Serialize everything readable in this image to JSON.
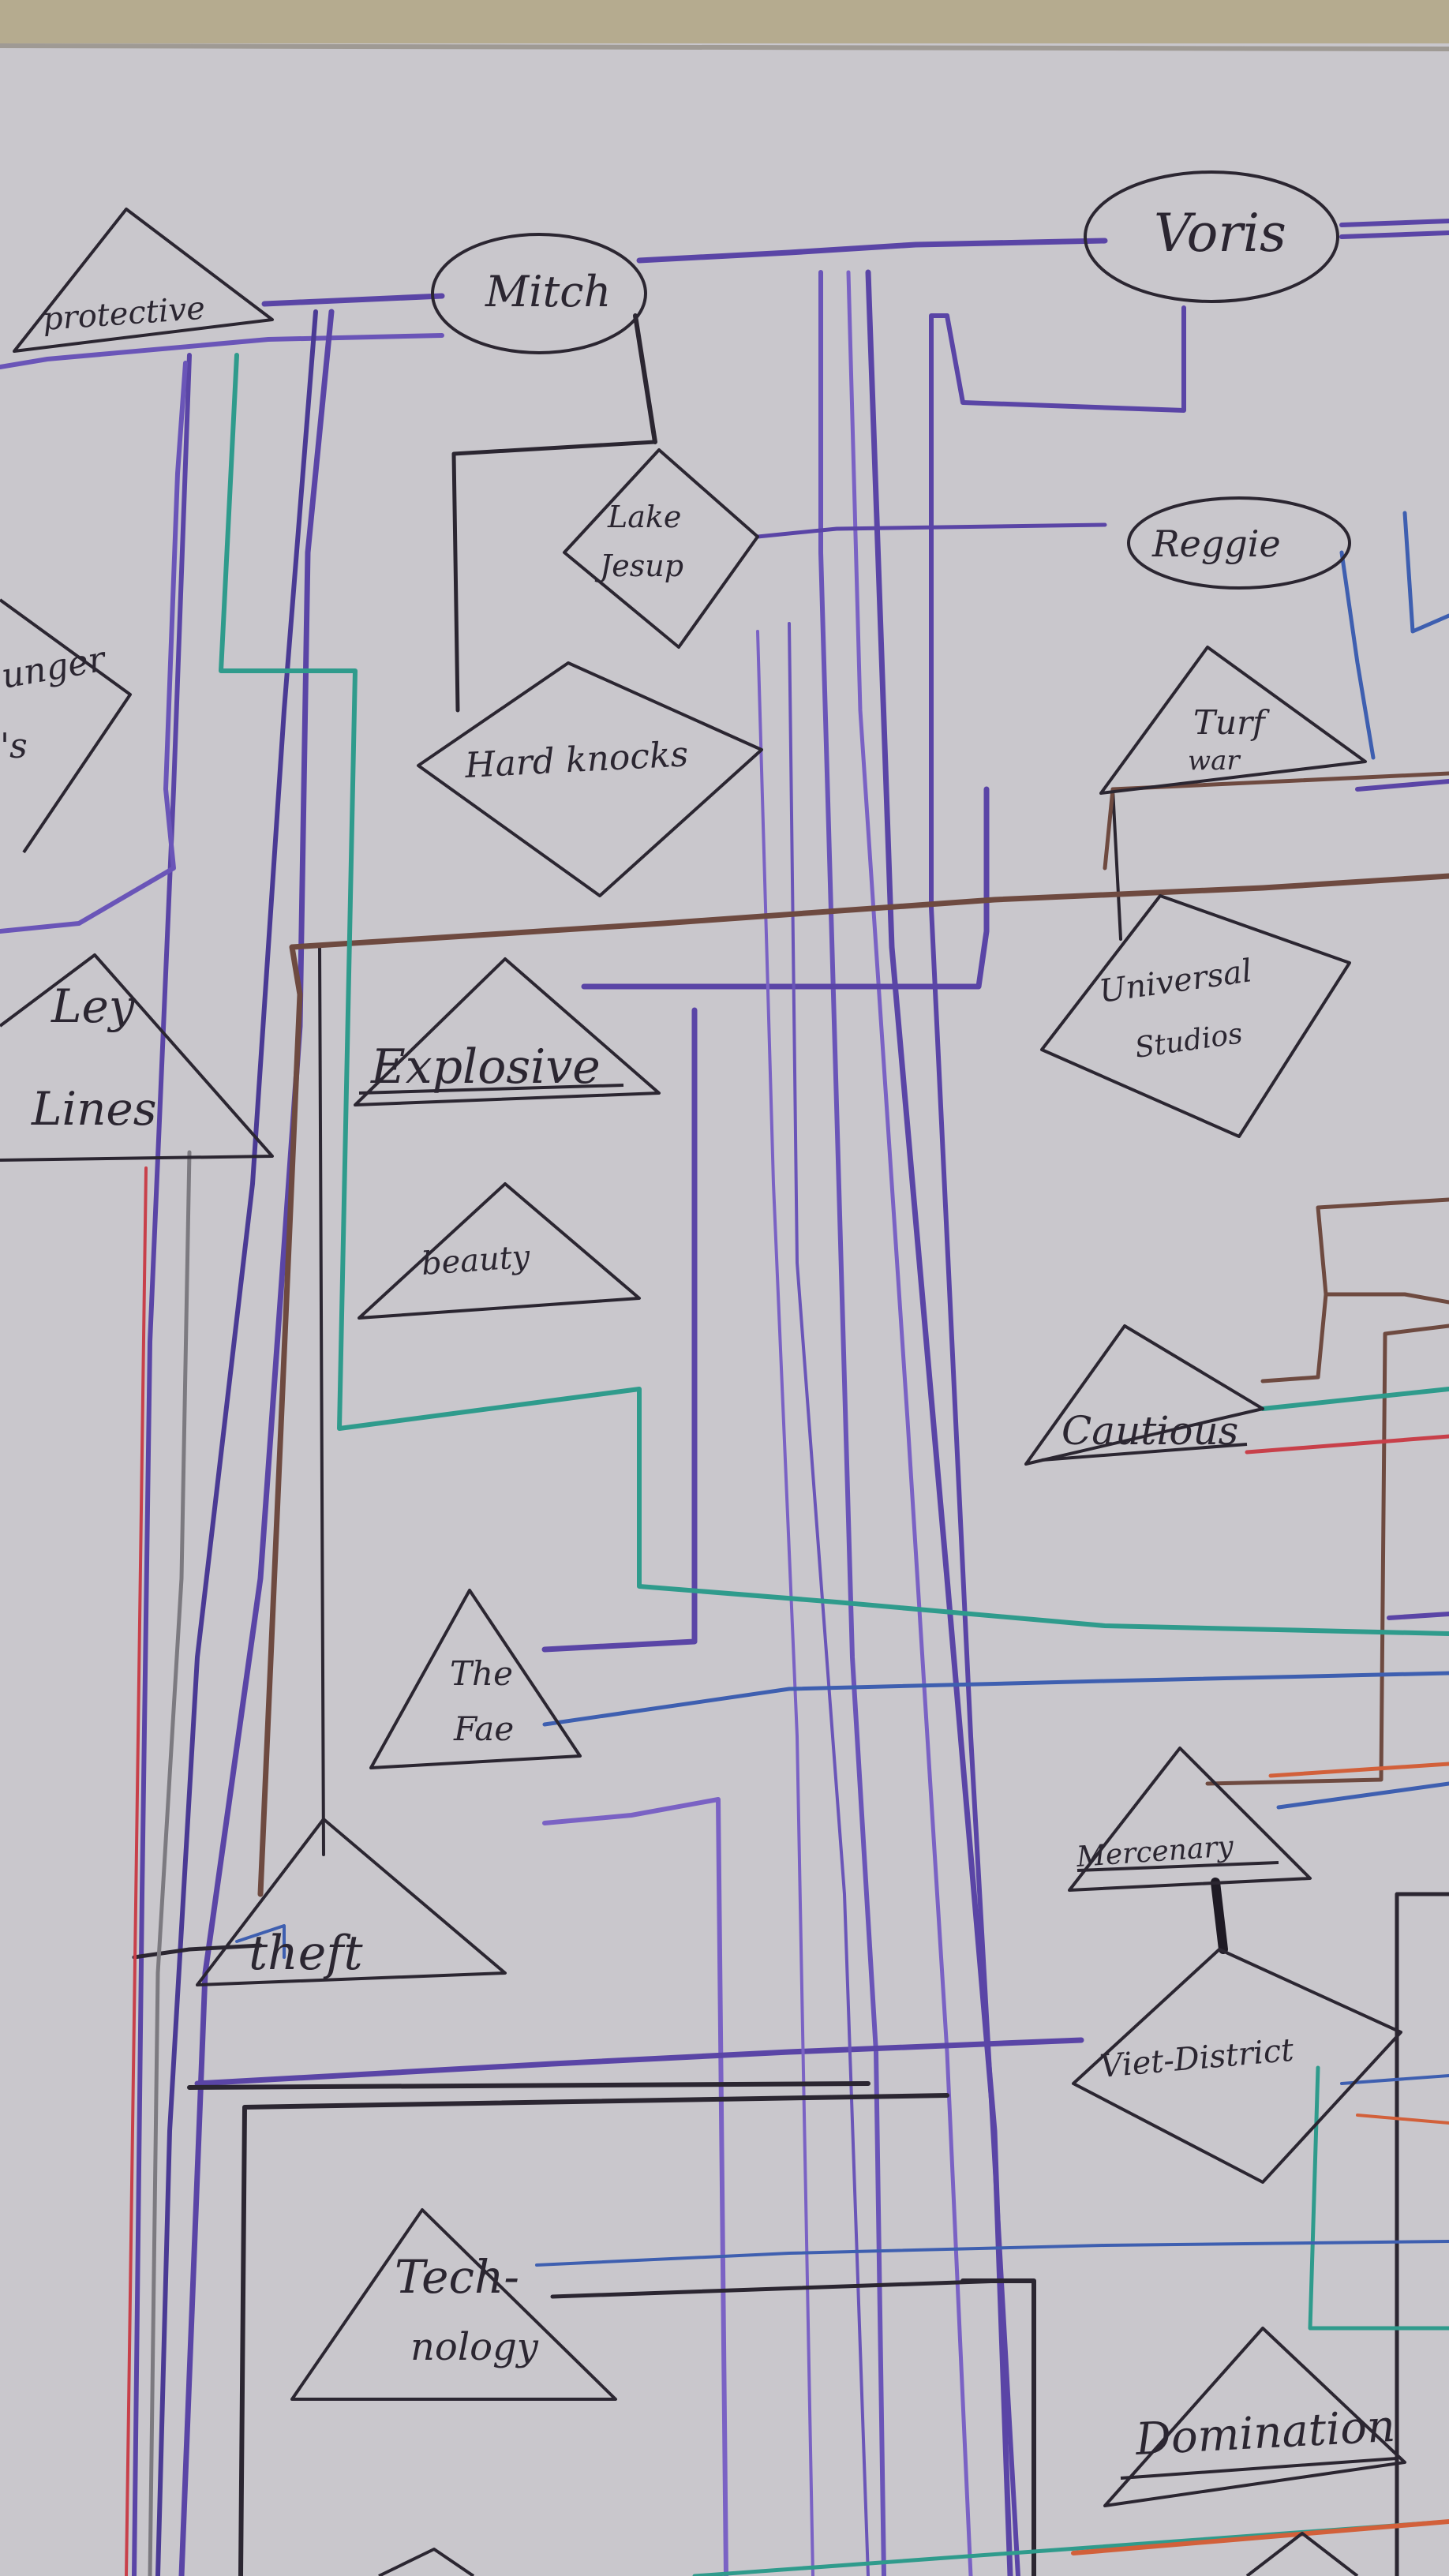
{
  "photo": {
    "subject": "whiteboard",
    "colors": {
      "board": "#c9c7cc",
      "wall": "#b5ab8f",
      "ink_black": "#2b2631",
      "ink_purple": "#5a45a6",
      "ink_violet": "#7a62c4",
      "ink_brown": "#6e4a40",
      "ink_teal": "#2f9b8c",
      "ink_blue": "#3e5fb0",
      "ink_red": "#c8404a",
      "ink_orange": "#d2603a",
      "ink_gray": "#7c7a80"
    }
  },
  "nodes": {
    "protective": "protective",
    "mitch": "Mitch",
    "voris": "Voris",
    "hunger": "unger",
    "hunger_2": "'s",
    "lake_jesup_1": "Lake",
    "lake_jesup_2": "Jesup",
    "reggie": "Reggie",
    "hard_knocks": "Hard knocks",
    "turf_war_1": "Turf",
    "turf_war_2": "war",
    "ley_lines_1": "Ley",
    "ley_lines_2": "Lines",
    "explosive": "Explosive",
    "universal_studios_1": "Universal",
    "universal_studios_2": "Studios",
    "beauty": "beauty",
    "cautious": "Cautious",
    "the_fae_1": "The",
    "the_fae_2": "Fae",
    "mercenary": "Mercenary",
    "theft": "theft",
    "viet_district": "Viet-District",
    "technology_1": "Tech-",
    "technology_2": "nology",
    "domination": "Domination"
  }
}
